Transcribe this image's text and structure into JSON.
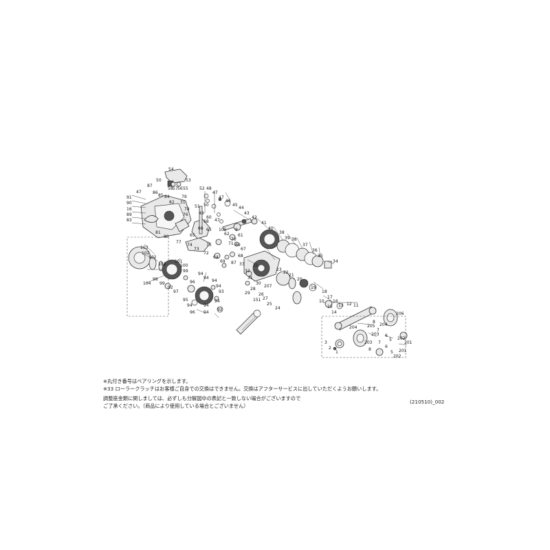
{
  "notes": [
    "※丸付き番号はベアリングを示します。",
    "※33 ローラークラッチはお客様ご自身での交換はできません。交換はアフターサービスに出していただくようお願いします。",
    "調整座金類に関しましては、必ずしも分解図中の表記と一致しない場合がございますので",
    "ご了承ください。（商品により使用している場合とございません）"
  ],
  "doc_code": "(210510)_002",
  "part_numbers": [
    "1",
    "2",
    "3",
    "5",
    "6",
    "7",
    "8",
    "9",
    "10",
    "11",
    "12",
    "13",
    "14",
    "15",
    "16",
    "17",
    "18",
    "19",
    "20",
    "21",
    "22",
    "23",
    "24",
    "25",
    "26",
    "27",
    "28",
    "29",
    "30",
    "31",
    "32",
    "33",
    "34",
    "35",
    "36",
    "37",
    "38",
    "39",
    "40",
    "41",
    "42",
    "43",
    "44",
    "45",
    "46",
    "47",
    "48",
    "49",
    "50",
    "51",
    "52",
    "53",
    "54",
    "55",
    "56",
    "57",
    "58",
    "59",
    "60",
    "61",
    "62",
    "63",
    "64",
    "65",
    "66",
    "67",
    "68",
    "69",
    "70",
    "71",
    "72",
    "73",
    "74",
    "75",
    "76",
    "77",
    "78",
    "79",
    "80",
    "81",
    "82",
    "83",
    "84",
    "85",
    "86",
    "87",
    "88",
    "89",
    "90",
    "91",
    "92",
    "93",
    "94",
    "95",
    "96",
    "97",
    "98",
    "99",
    "100",
    "101",
    "102",
    "103",
    "104",
    "105",
    "151",
    "201",
    "202",
    "203",
    "204",
    "205",
    "206"
  ]
}
